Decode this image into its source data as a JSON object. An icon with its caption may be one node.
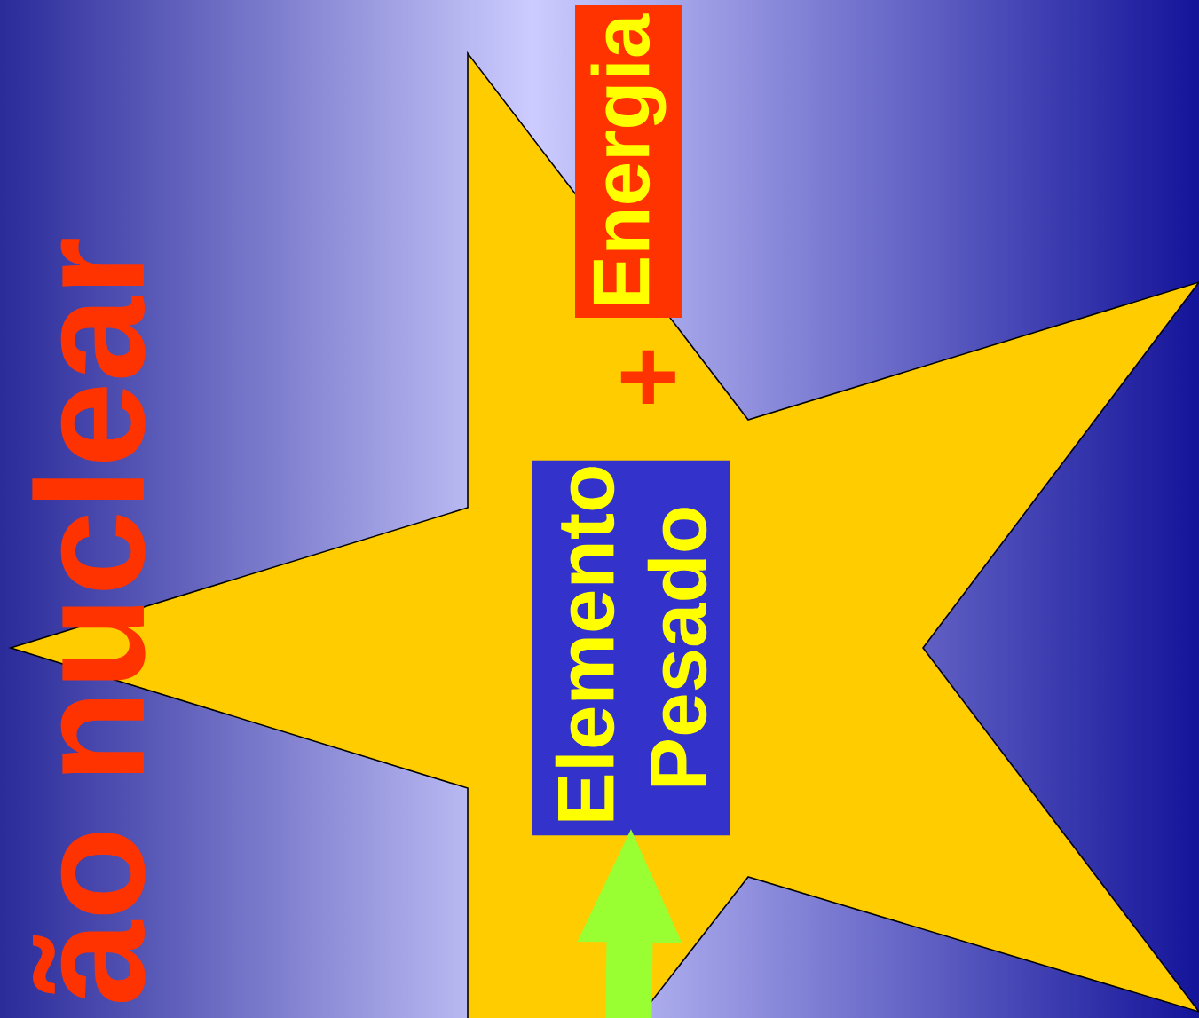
{
  "diagram": {
    "title": "ão nuclear",
    "nodes": [
      {
        "text": [],
        "shape": "star"
      },
      {
        "text": [
          "Elemento Pesado"
        ],
        "in": 0
      },
      {
        "text": [
          "Energia"
        ]
      }
    ],
    "edges": [
      {
        "from": null,
        "to": 1,
        "arrow": "to"
      }
    ],
    "labels": [
      "+"
    ]
  }
}
